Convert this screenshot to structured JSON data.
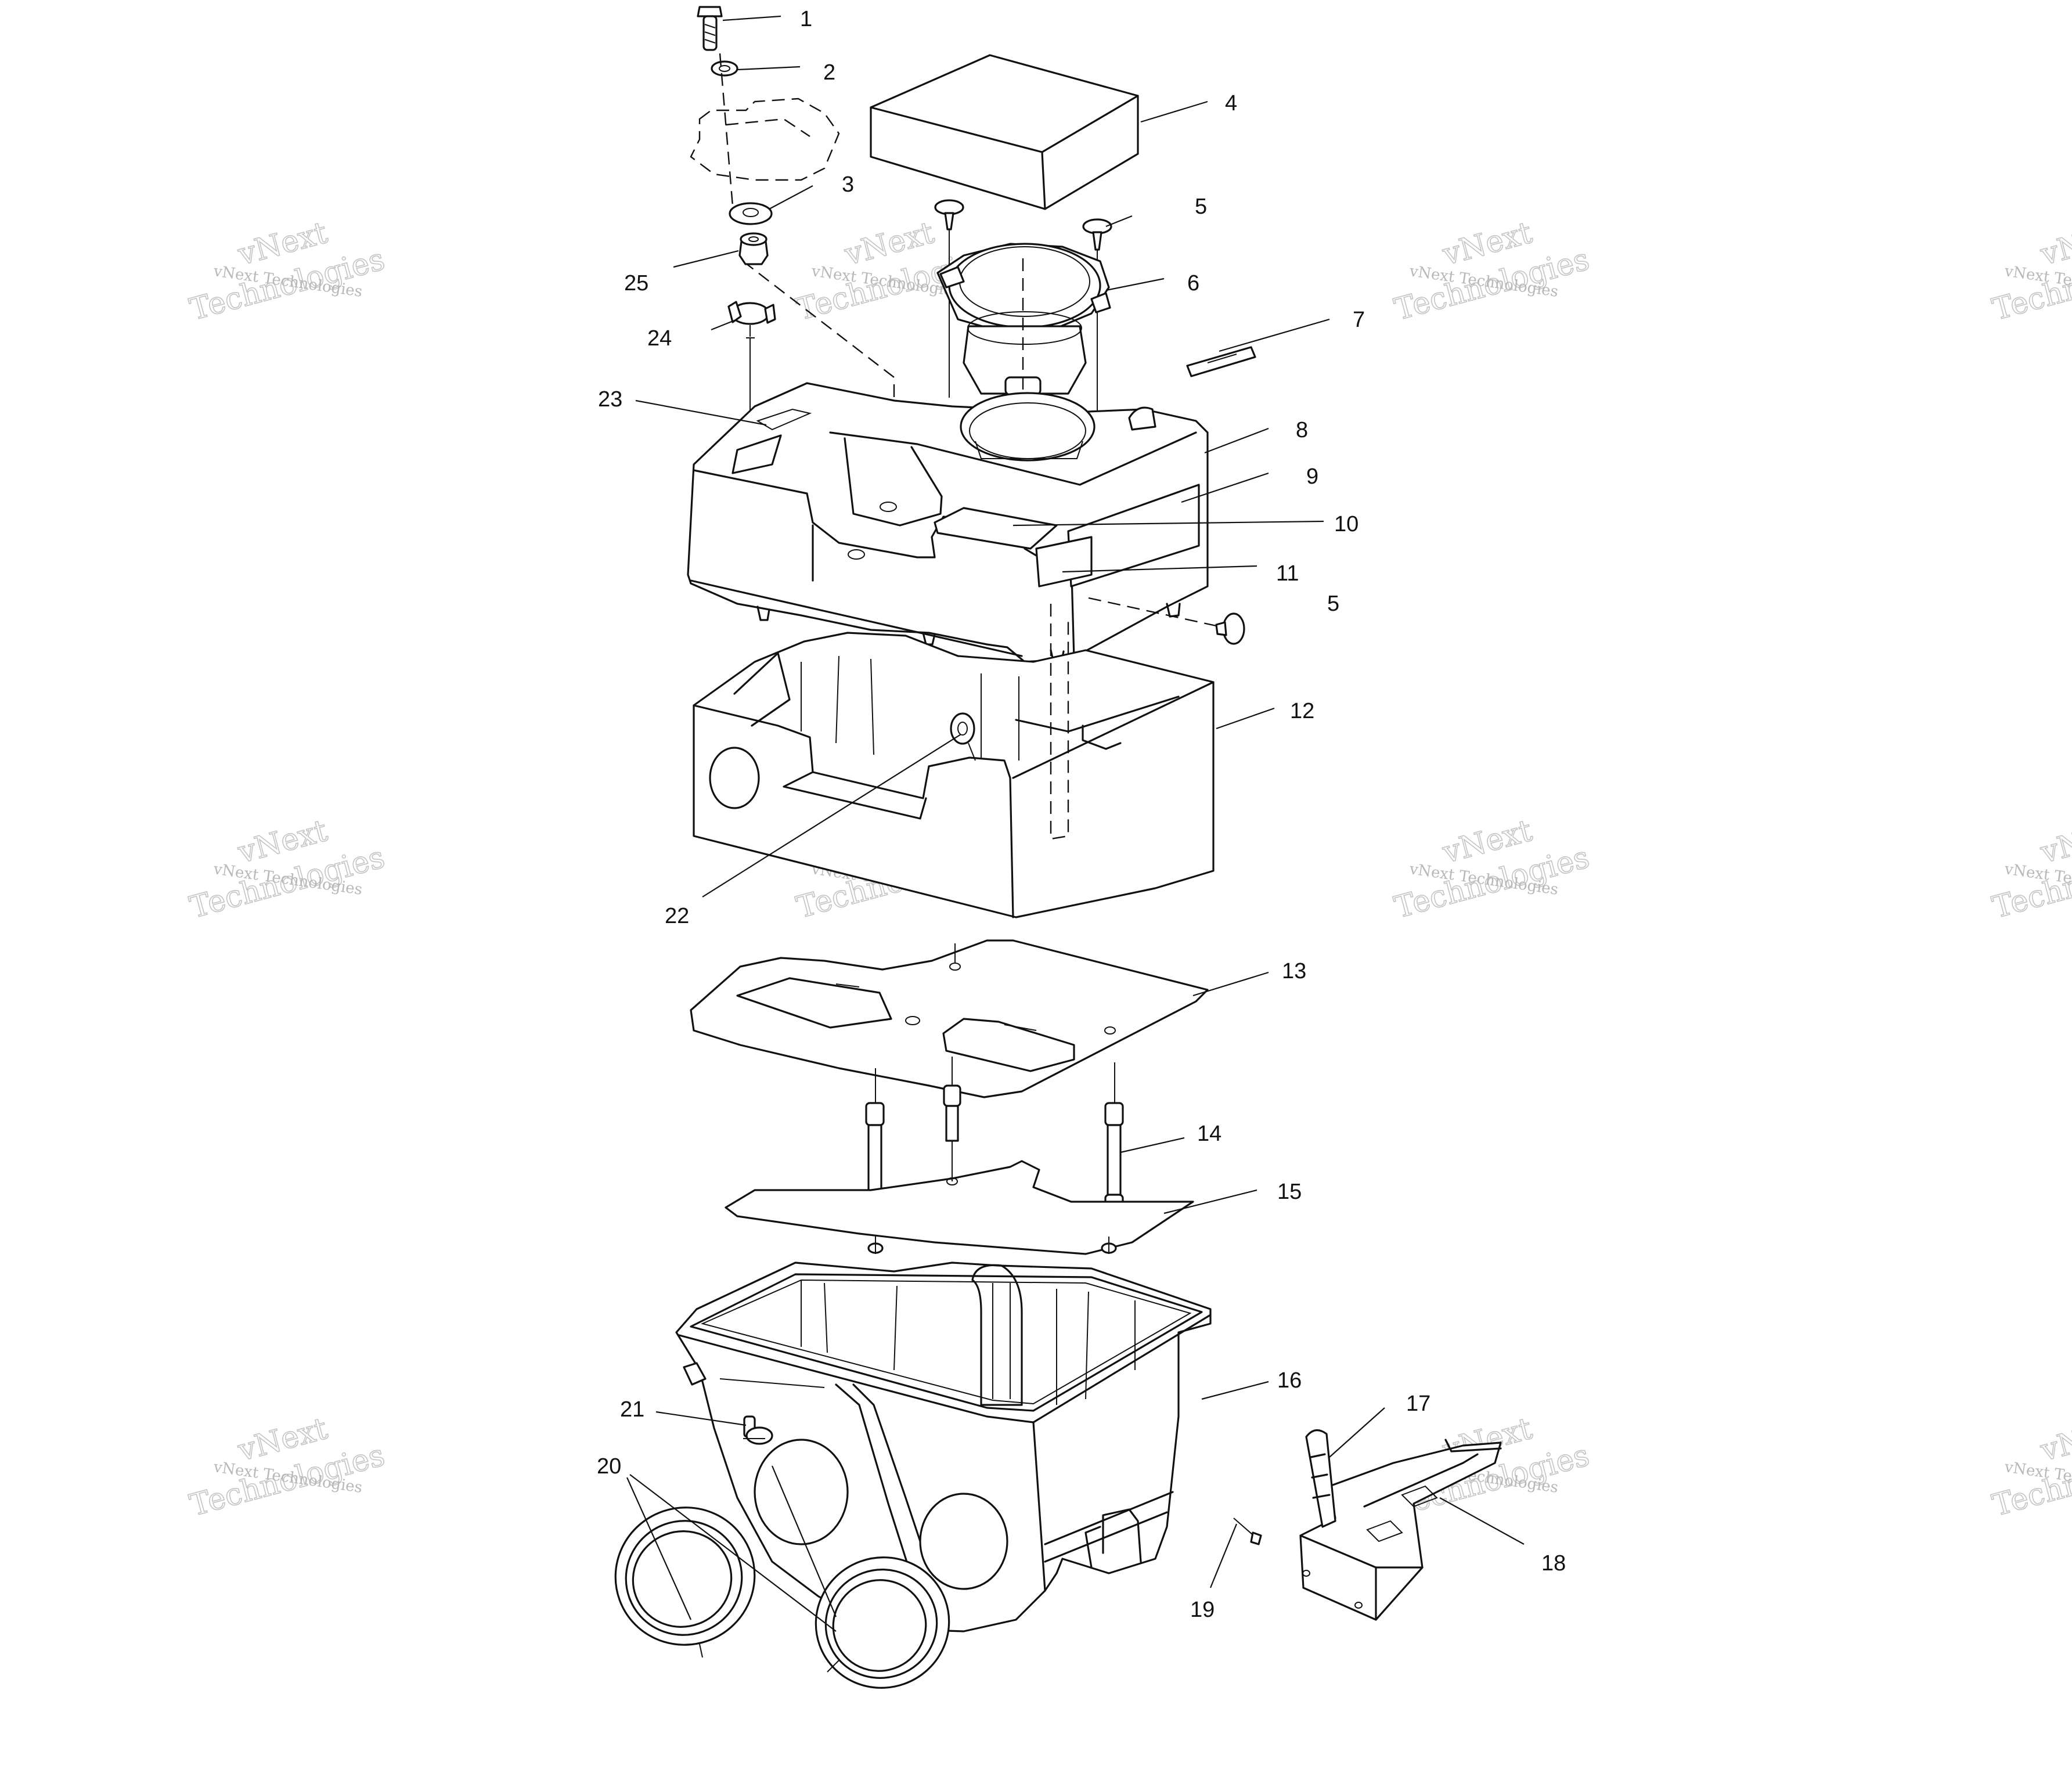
{
  "callouts": [
    "1",
    "2",
    "3",
    "4",
    "5",
    "6",
    "7",
    "8",
    "9",
    "10",
    "11",
    "5",
    "12",
    "13",
    "14",
    "15",
    "16",
    "17",
    "18",
    "19",
    "20",
    "21",
    "22",
    "23",
    "24",
    "25"
  ],
  "watermark": {
    "company": "vNext Technologies",
    "word1": "vNext",
    "word2": "Technologies"
  },
  "colors": {
    "line": "#111111",
    "watermark": "#b8b8b8",
    "background": "#ffffff"
  }
}
